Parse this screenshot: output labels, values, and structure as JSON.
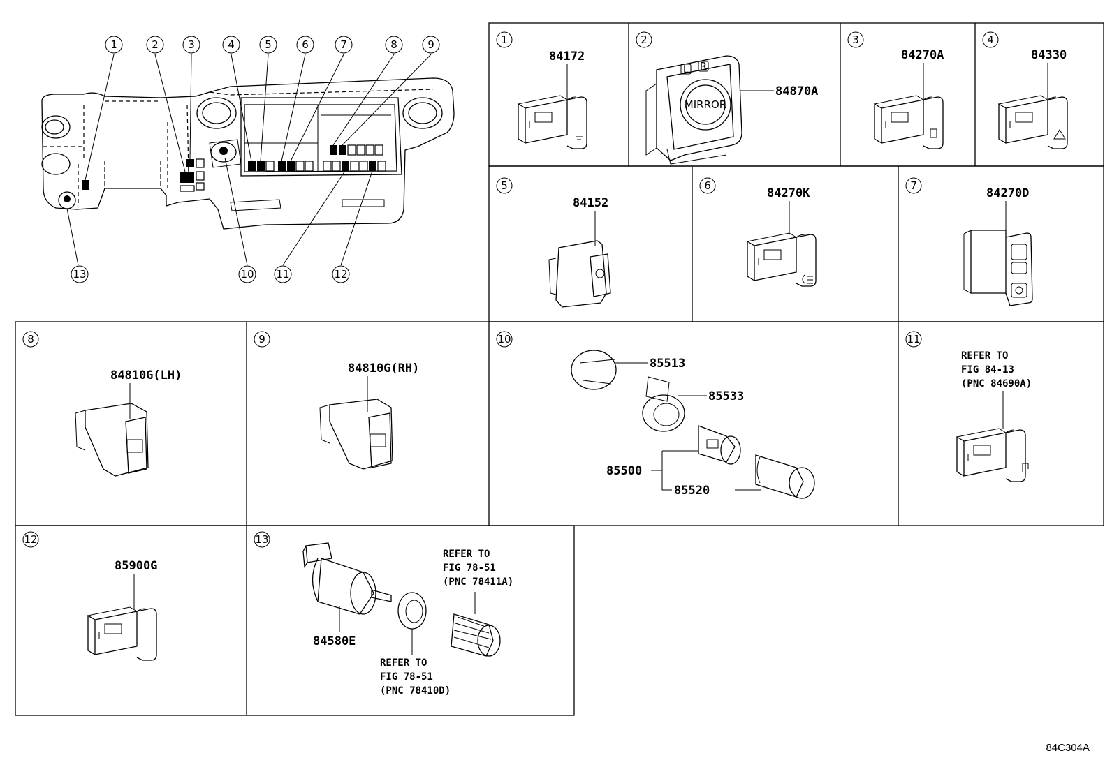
{
  "diagram": {
    "code": "84C304A",
    "overview_callouts": [
      "1",
      "2",
      "3",
      "4",
      "5",
      "6",
      "7",
      "8",
      "9",
      "10",
      "11",
      "12",
      "13"
    ],
    "panels": [
      {
        "num": "1",
        "parts": [
          "84172"
        ]
      },
      {
        "num": "2",
        "parts": [
          "84870A"
        ],
        "switch_text": {
          "l": "L",
          "r": "R",
          "mirror": "MIRROR"
        }
      },
      {
        "num": "3",
        "parts": [
          "84270A"
        ]
      },
      {
        "num": "4",
        "parts": [
          "84330"
        ]
      },
      {
        "num": "5",
        "parts": [
          "84152"
        ]
      },
      {
        "num": "6",
        "parts": [
          "84270K"
        ]
      },
      {
        "num": "7",
        "parts": [
          "84270D"
        ]
      },
      {
        "num": "8",
        "parts": [
          "84810G(LH)"
        ]
      },
      {
        "num": "9",
        "parts": [
          "84810G(RH)"
        ]
      },
      {
        "num": "10",
        "parts": [
          "85513",
          "85533",
          "85500",
          "85520"
        ]
      },
      {
        "num": "11",
        "refer": [
          "REFER TO",
          "FIG 84-13",
          "(PNC 84690A)"
        ]
      },
      {
        "num": "12",
        "parts": [
          "85900G"
        ]
      },
      {
        "num": "13",
        "parts": [
          "84580E"
        ],
        "refer_a": [
          "REFER TO",
          "FIG 78-51",
          "(PNC 78411A)"
        ],
        "refer_b": [
          "REFER TO",
          "FIG 78-51",
          "(PNC 78410D)"
        ]
      }
    ]
  }
}
